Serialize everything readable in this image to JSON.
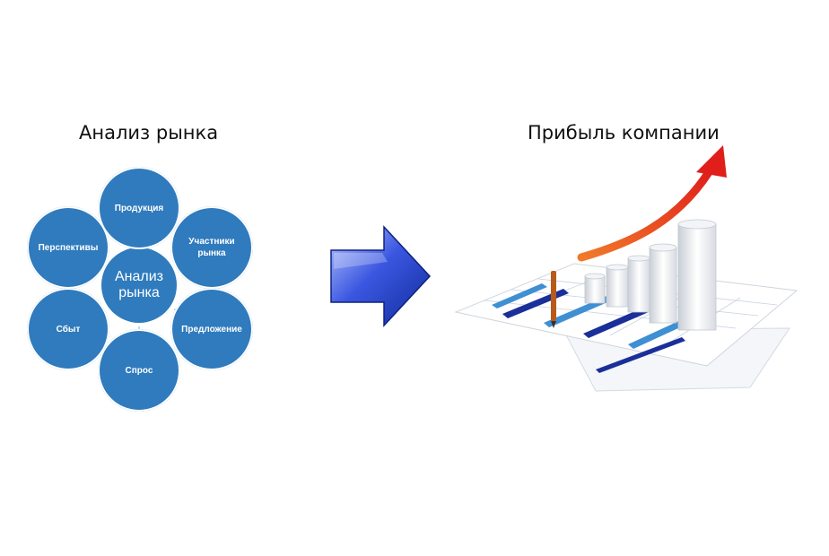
{
  "titles": {
    "left": "Анализ рынка",
    "right": "Прибыль компании"
  },
  "diagram": {
    "center": [
      "Анализ",
      "рынка"
    ],
    "nodes": [
      {
        "lines": [
          "Продукция"
        ]
      },
      {
        "lines": [
          "Участники",
          "рынка"
        ]
      },
      {
        "lines": [
          "Предложение"
        ]
      },
      {
        "lines": [
          "Спрос"
        ]
      },
      {
        "lines": [
          "Сбыт"
        ]
      },
      {
        "lines": [
          "Перспективы"
        ]
      }
    ]
  },
  "colors": {
    "node": "#2f7bbd",
    "arrow": "#1f3fbf",
    "trend_arrow": "#e8321e",
    "bars_dark": "#1a2f9a",
    "bars_light": "#3f8fd3",
    "pencil": "#b85a1a"
  },
  "icons": [
    "right-arrow-icon",
    "growth-chart-icon"
  ]
}
